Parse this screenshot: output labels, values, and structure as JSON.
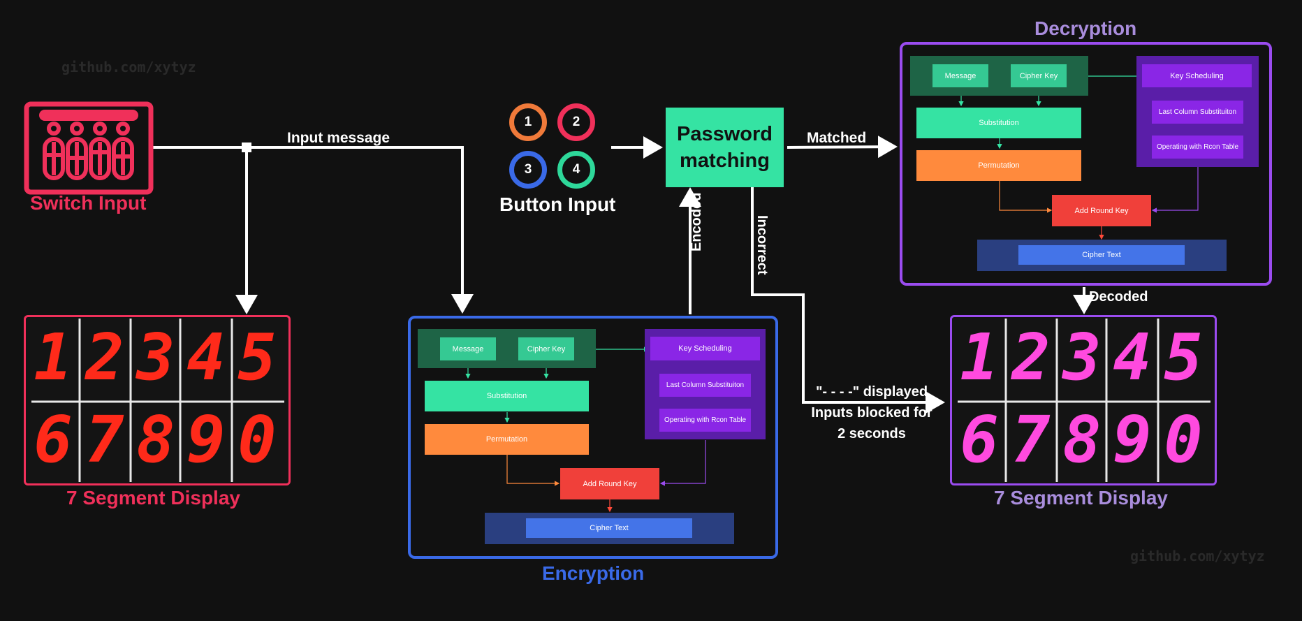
{
  "watermark": "github.com/xytyz",
  "switch_input": {
    "label": "Switch Input",
    "color": "#f0305a"
  },
  "input_message": "Input message",
  "buttons": {
    "label": "Button Input",
    "items": [
      "1",
      "2",
      "3",
      "4"
    ],
    "colors": [
      "#f07a3a",
      "#f0305a",
      "#3a6ae8",
      "#2ed89a"
    ]
  },
  "password": {
    "label_line1": "Password",
    "label_line2": "matching",
    "color": "#35e3a3"
  },
  "edges": {
    "matched": "Matched",
    "encoded": "Encoded",
    "incorrect": "Incorrect",
    "decoded": "Decoded"
  },
  "incorrect_note": {
    "line1": "\"- - - -\" displayed",
    "line2": "Inputs blocked for",
    "line3": "2 seconds"
  },
  "seg_left": {
    "label": "7 Segment Display",
    "color": "#f0305a",
    "digit_color": "#ff2a1a",
    "row1": [
      "1",
      "2",
      "3",
      "4",
      "5"
    ],
    "row2": [
      "6",
      "7",
      "8",
      "9",
      "0"
    ]
  },
  "seg_right": {
    "label": "7 Segment Display",
    "color": "#a98ddc",
    "digit_color": "#ff4adf",
    "row1": [
      "1",
      "2",
      "3",
      "4",
      "5"
    ],
    "row2": [
      "6",
      "7",
      "8",
      "9",
      "0"
    ]
  },
  "encryption": {
    "title": "Encryption",
    "color": "#3a6ae8",
    "message": "Message",
    "cipher_key": "Cipher Key",
    "substitution": "Substitution",
    "permutation": "Permutation",
    "add_round_key": "Add Round Key",
    "cipher_text": "Cipher Text",
    "key_scheduling": "Key Scheduling",
    "last_column": "Last Column Substituiton",
    "rcon": "Operating with Rcon Table"
  },
  "decryption": {
    "title": "Decryption",
    "color": "#9b4cf0",
    "message": "Message",
    "cipher_key": "Cipher Key",
    "substitution": "Substitution",
    "permutation": "Permutation",
    "add_round_key": "Add Round Key",
    "cipher_text": "Cipher Text",
    "key_scheduling": "Key Scheduling",
    "last_column": "Last Column Substituiton",
    "rcon": "Operating with Rcon Table"
  }
}
